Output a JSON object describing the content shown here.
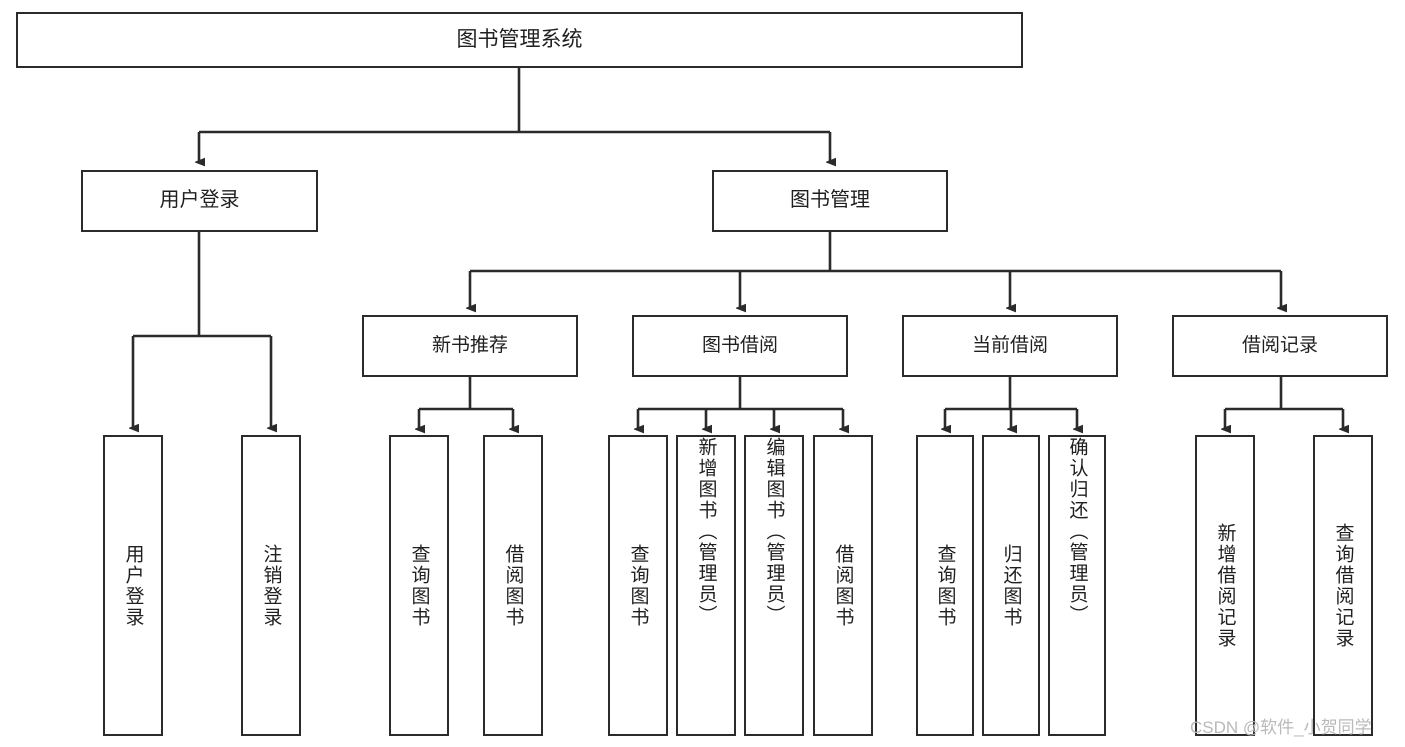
{
  "diagram": {
    "type": "tree",
    "title": "图书管理系统",
    "watermark": "CSDN @软件_小贺同学",
    "colors": {
      "background": "#ffffff",
      "box_border": "#2b2b2b",
      "box_fill": "#ffffff",
      "connector": "#2b2b2b",
      "text": "#1f1f1f",
      "watermark": "#b9b9b9"
    },
    "root": {
      "label": "图书管理系统"
    },
    "level1": [
      {
        "label": "用户登录"
      },
      {
        "label": "图书管理"
      }
    ],
    "level2": [
      {
        "label": "新书推荐"
      },
      {
        "label": "图书借阅"
      },
      {
        "label": "当前借阅"
      },
      {
        "label": "借阅记录"
      }
    ],
    "leaves": {
      "user_login": [
        {
          "label": "用户登录"
        },
        {
          "label": "注销登录"
        }
      ],
      "new_book_recommend": [
        {
          "label": "查询图书"
        },
        {
          "label": "借阅图书"
        }
      ],
      "book_borrow": [
        {
          "label": "查询图书"
        },
        {
          "label": "新增图书（管理员）"
        },
        {
          "label": "编辑图书（管理员）"
        },
        {
          "label": "借阅图书"
        }
      ],
      "current_borrow": [
        {
          "label": "查询图书"
        },
        {
          "label": "归还图书"
        },
        {
          "label": "确认归还（管理员）"
        }
      ],
      "borrow_record": [
        {
          "label": "新增借阅记录"
        },
        {
          "label": "查询借阅记录"
        }
      ]
    }
  }
}
